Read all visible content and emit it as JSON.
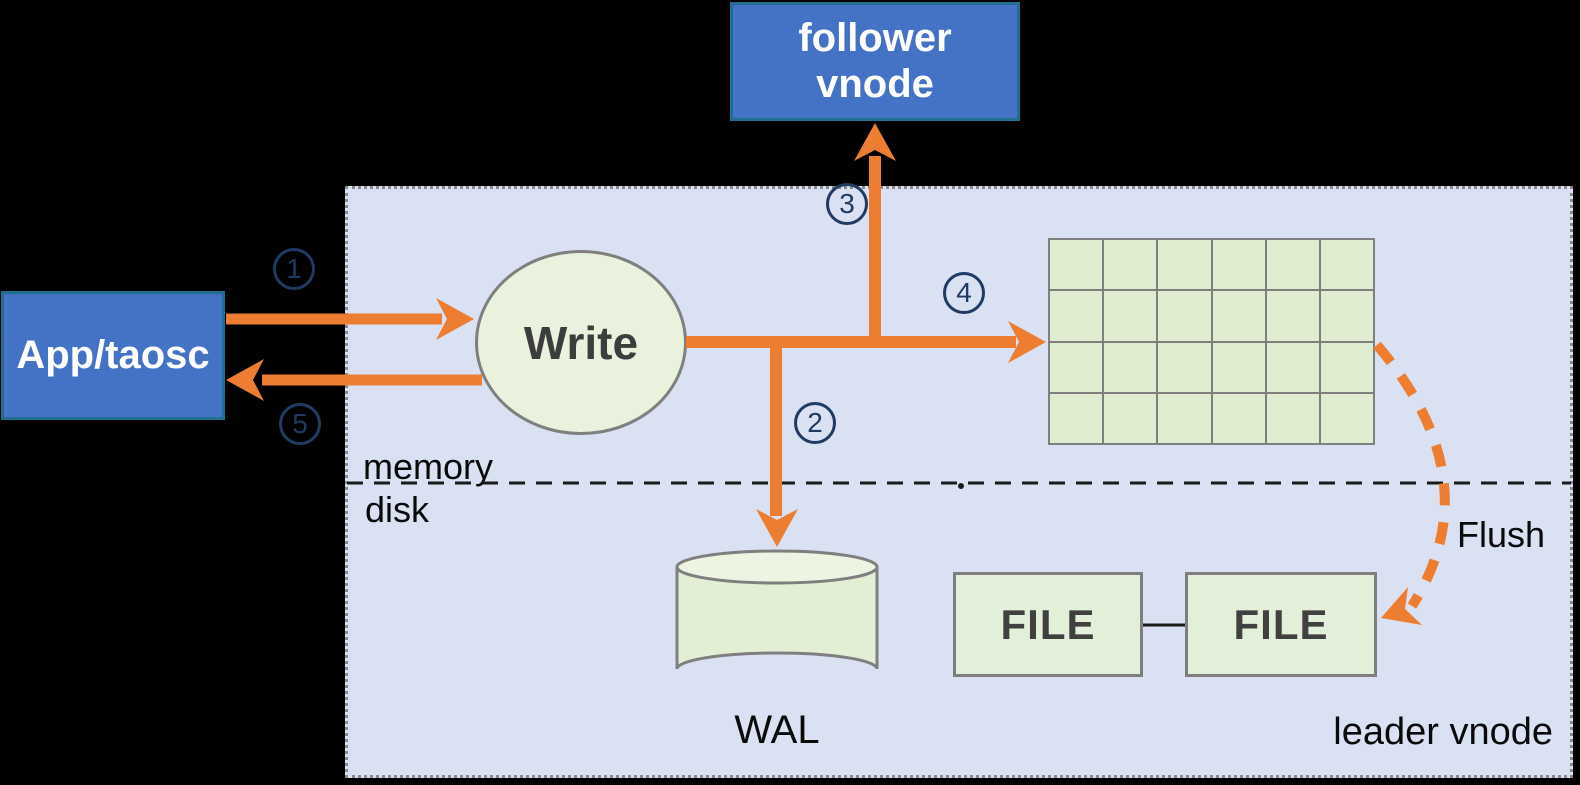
{
  "colors": {
    "background": "#000000",
    "region_fill": "#d9e1f3",
    "node_blue": "#4472c4",
    "node_blue_border": "#1f7090",
    "shape_green": "#e3f0d9",
    "shape_border": "#7f7f7f",
    "arrow_orange": "#ed7d31",
    "step_navy": "#1f3a63",
    "dark_text": "#3d3d3d"
  },
  "nodes": {
    "app": {
      "label": "App/taosc"
    },
    "follower": {
      "label": "follower vnode"
    },
    "write": {
      "label": "Write"
    },
    "wal": {
      "label": "WAL"
    },
    "file_left": {
      "label": "FILE"
    },
    "file_right": {
      "label": "FILE"
    }
  },
  "region": {
    "leader_label": "leader vnode",
    "memory_label": "memory",
    "disk_label": "disk"
  },
  "flush_label": "Flush",
  "steps": [
    "1",
    "2",
    "3",
    "4",
    "5"
  ],
  "mem_table": {
    "rows": 4,
    "cols": 6
  }
}
